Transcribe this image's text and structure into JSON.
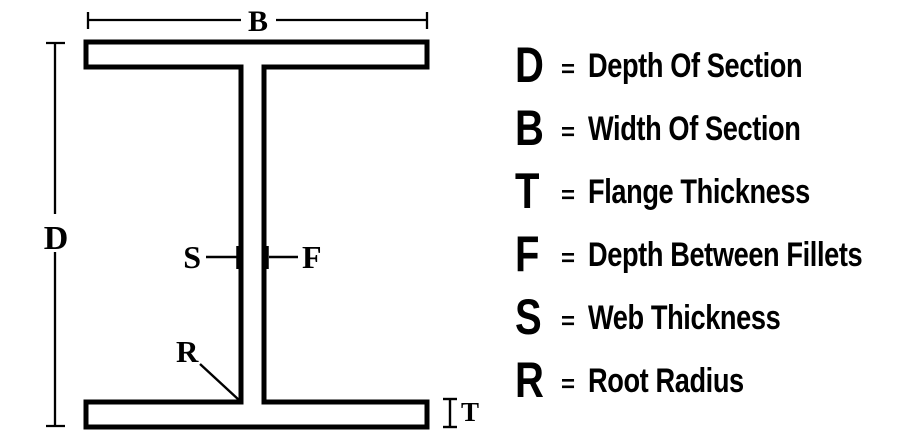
{
  "colors": {
    "ink": "#000000",
    "background": "#ffffff"
  },
  "diagram": {
    "dimension_labels": {
      "width_of_section": "B",
      "depth_of_section": "D",
      "web_thickness": "S",
      "depth_between_fillets": "F",
      "root_radius": "R",
      "flange_thickness": "T"
    }
  },
  "legend": {
    "equals_sign": "=",
    "items": [
      {
        "symbol": "D",
        "definition": "Depth Of Section"
      },
      {
        "symbol": "B",
        "definition": "Width Of Section"
      },
      {
        "symbol": "T",
        "definition": "Flange Thickness"
      },
      {
        "symbol": "F",
        "definition": "Depth Between Fillets"
      },
      {
        "symbol": "S",
        "definition": "Web Thickness"
      },
      {
        "symbol": "R",
        "definition": "Root Radius"
      }
    ]
  }
}
